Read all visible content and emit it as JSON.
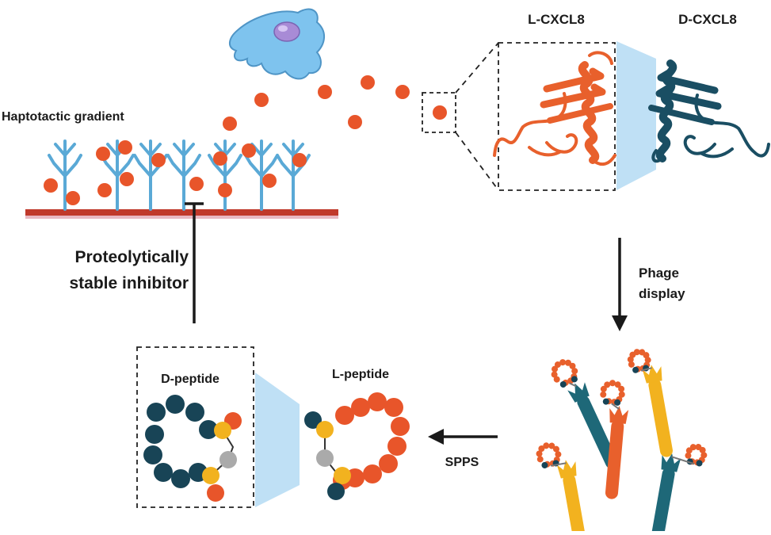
{
  "labels": {
    "haptotactic": "Haptotactic gradient",
    "inhibitor_line1": "Proteolytically",
    "inhibitor_line2": "stable inhibitor",
    "l_cxcl8": "L-CXCL8",
    "d_cxcl8": "D-CXCL8",
    "phage_line1": "Phage",
    "phage_line2": "display",
    "d_peptide": "D-peptide",
    "l_peptide": "L-peptide",
    "spps": "SPPS"
  },
  "colors": {
    "chemokine": "#e8552a",
    "receptor": "#5aa9d6",
    "membrane": "#c0392b",
    "l_protein": "#e8602c",
    "d_protein": "#1a4e63",
    "dark_bead": "#184456",
    "yellow_bead": "#f2b21f",
    "grey_bead": "#aaaaaa",
    "mirror": "#bfe0f5",
    "cell": "#7ec3ee",
    "nucleus": "#a88bd6",
    "phage_teal": "#1e6878",
    "phage_yellow": "#f2b21f",
    "phage_orange": "#e8602c"
  },
  "icons": {
    "cell": "immune-cell-icon",
    "inhibition": "inhibition-bar-icon",
    "arrow_down": "down-arrow-icon",
    "arrow_left": "left-arrow-icon"
  }
}
